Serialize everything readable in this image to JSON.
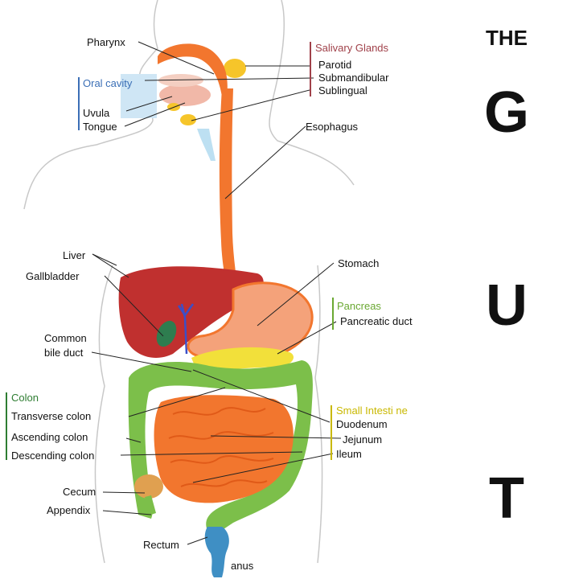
{
  "side_title": {
    "the": "THE",
    "letter1": "G",
    "letter2": "U",
    "letter3": "T"
  },
  "groups": {
    "salivary": {
      "title": "Salivary Glands",
      "color": "#a0414a",
      "items": [
        "Parotid",
        "Submandibular",
        "Sublingual"
      ]
    },
    "oral": {
      "title": "Oral cavity",
      "color": "#3b6fb6"
    },
    "pancreas": {
      "title": "Pancreas",
      "color": "#6aa832",
      "items": [
        "Pancreatic duct"
      ]
    },
    "colon": {
      "title": "Colon",
      "color": "#2e7d32",
      "items": [
        "Transverse colon",
        "Ascending colon",
        "Descending colon"
      ]
    },
    "small_intestine": {
      "title": "Small Intesti ne",
      "color": "#c9b800",
      "items": [
        "Duodenum",
        "Jejunum",
        "Ileum"
      ]
    }
  },
  "labels": {
    "pharynx": "Pharynx",
    "uvula": "Uvula",
    "tongue": "Tongue",
    "esophagus": "Esophagus",
    "liver": "Liver",
    "gallbladder": "Gallbladder",
    "stomach": "Stomach",
    "common_bile_duct_1": "Common",
    "common_bile_duct_2": "bile duct",
    "cecum": "Cecum",
    "appendix": "Appendix",
    "rectum": "Rectum",
    "anus": "anus"
  },
  "colors": {
    "esophagus": "#f2762e",
    "liver": "#c0302f",
    "stomach": "#f4a27a",
    "pancreas": "#f2e03a",
    "colon": "#7cbf4a",
    "small_intestine": "#f2762e",
    "gallbladder": "#2e7d4f",
    "salivary": "#f6c52a",
    "body_outline": "#c8c8c8"
  }
}
